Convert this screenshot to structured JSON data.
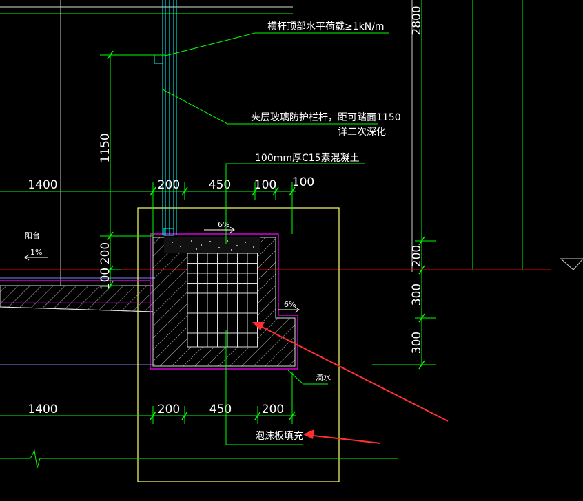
{
  "annotations": {
    "rail_load": "横杆顶部水平荷载≥1kN/m",
    "glass_rail": "夹层玻璃防护栏杆，距可踏面1150",
    "glass_rail_detail": "详二次深化",
    "concrete": "100mm厚C15素混凝土",
    "foam_fill": "泡沫板填充",
    "balcony": "阳台",
    "drip": "滴水"
  },
  "slopes": {
    "balcony": "1%",
    "top": "6%",
    "step": "6%"
  },
  "dimensions": {
    "top_row": [
      "1400",
      "200",
      "450",
      "100",
      "100"
    ],
    "bottom_row": [
      "1400",
      "200",
      "450",
      "200"
    ],
    "vertical_left": [
      "1150",
      "200",
      "100"
    ],
    "vertical_right": [
      "2800",
      "200",
      "300",
      "300"
    ]
  },
  "colors": {
    "dim_line": "#00ff00",
    "outline_yellow": "#ffff66",
    "magenta": "#ff00ff",
    "cyan": "#00ffff",
    "blue": "#8080ff",
    "red_line": "#ff0000",
    "arrow_red": "#ff3030"
  }
}
